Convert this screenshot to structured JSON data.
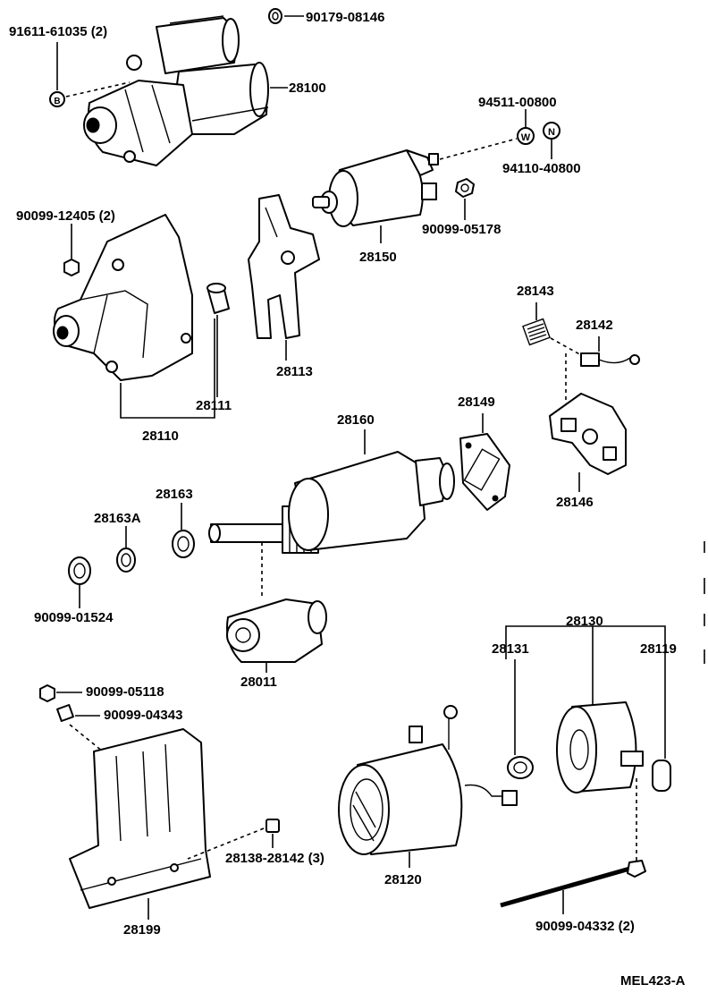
{
  "diagram": {
    "footer_code": "MEL423-A",
    "callouts": {
      "p91611": "91611-61035 (2)",
      "p90179": "90179-08146",
      "p28100": "28100",
      "p94511": "94511-00800",
      "p94110": "94110-40800",
      "p90099_12405": "90099-12405 (2)",
      "p90099_05178": "90099-05178",
      "p28150": "28150",
      "p28143": "28143",
      "p28142": "28142",
      "p28113": "28113",
      "p28111": "28111",
      "p28110": "28110",
      "p28160": "28160",
      "p28149": "28149",
      "p28146": "28146",
      "p28163": "28163",
      "p28163A": "28163A",
      "p90099_01524": "90099-01524",
      "p28011": "28011",
      "p28130": "28130",
      "p28131": "28131",
      "p28119": "28119",
      "p90099_05118": "90099-05118",
      "p90099_04343": "90099-04343",
      "p28138": "28138-28142 (3)",
      "p28120": "28120",
      "p28199": "28199",
      "p90099_04332": "90099-04332 (2)"
    },
    "markers": {
      "w": "W",
      "n": "N"
    }
  }
}
